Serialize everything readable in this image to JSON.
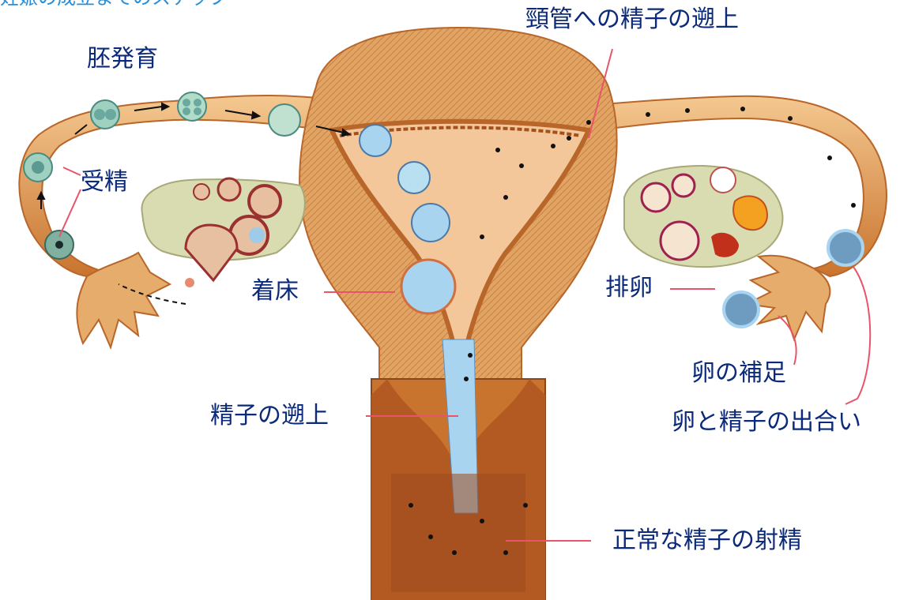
{
  "header_text": "妊娠の成立までのステップ",
  "labels": {
    "embryo_development": "胚発育",
    "fertilization": "受精",
    "implantation": "着床",
    "sperm_ascent": "精子の遡上",
    "cervical_sperm_ascent": "頸管への精子の遡上",
    "ovulation": "排卵",
    "egg_pickup": "卵の補足",
    "egg_sperm_meeting": "卵と精子の出合い",
    "normal_ejaculation": "正常な精子の射精"
  },
  "colors": {
    "label_text": "#0b2a7a",
    "header_text": "#2a8fd9",
    "leader_line": "#e8556a",
    "tissue": "#e0a060",
    "tissue_dark": "#b85a20",
    "lumen": "#f3c79a",
    "ovary": "#d8dcb0",
    "egg": "#9ecbe8"
  }
}
